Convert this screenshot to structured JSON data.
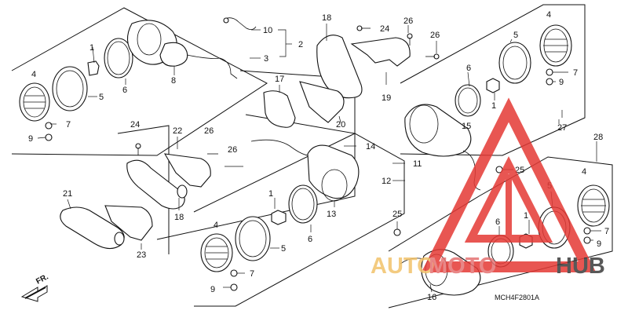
{
  "diagram": {
    "code": "MCH4F2801A",
    "direction_label": "FR.",
    "part_labels": [
      {
        "id": "1",
        "text": "1"
      },
      {
        "id": "2",
        "text": "2"
      },
      {
        "id": "3",
        "text": "3"
      },
      {
        "id": "4",
        "text": "4"
      },
      {
        "id": "5",
        "text": "5"
      },
      {
        "id": "6",
        "text": "6"
      },
      {
        "id": "7",
        "text": "7"
      },
      {
        "id": "8",
        "text": "8"
      },
      {
        "id": "9",
        "text": "9"
      },
      {
        "id": "10",
        "text": "10"
      },
      {
        "id": "11",
        "text": "11"
      },
      {
        "id": "12",
        "text": "12"
      },
      {
        "id": "13",
        "text": "13"
      },
      {
        "id": "14",
        "text": "14"
      },
      {
        "id": "15",
        "text": "15"
      },
      {
        "id": "16",
        "text": "16"
      },
      {
        "id": "17",
        "text": "17"
      },
      {
        "id": "18",
        "text": "18"
      },
      {
        "id": "19",
        "text": "19"
      },
      {
        "id": "20",
        "text": "20"
      },
      {
        "id": "21",
        "text": "21"
      },
      {
        "id": "22",
        "text": "22"
      },
      {
        "id": "23",
        "text": "23"
      },
      {
        "id": "24",
        "text": "24"
      },
      {
        "id": "25",
        "text": "25"
      },
      {
        "id": "26",
        "text": "26"
      },
      {
        "id": "27",
        "text": "27"
      },
      {
        "id": "28",
        "text": "28"
      }
    ]
  },
  "watermark": {
    "left_text": "AUTO",
    "mid_text": "MOTO",
    "right_text": "HUB",
    "colors": {
      "auto": "#f2c26a",
      "moto": "#e57373",
      "hub": "#3b3b3b",
      "triangle": "#e53935"
    }
  }
}
